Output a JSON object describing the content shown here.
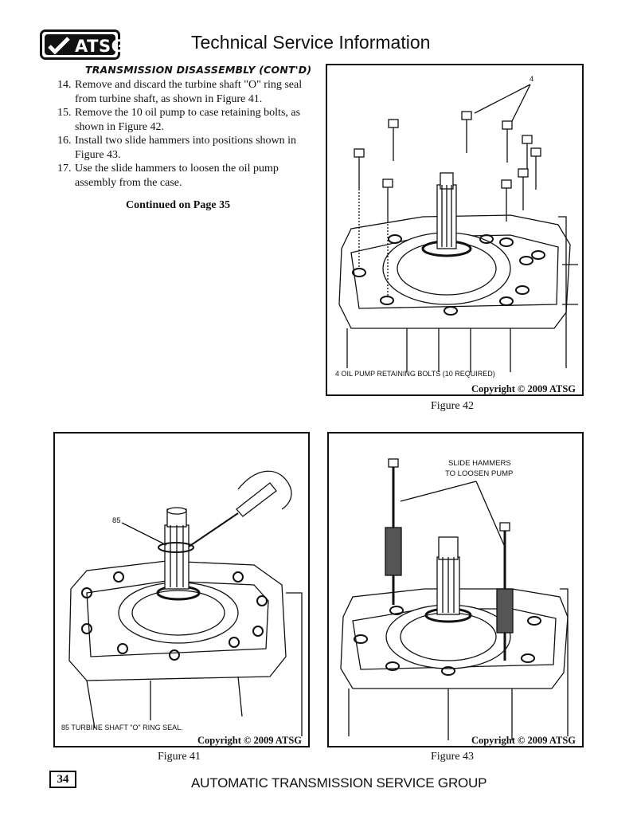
{
  "header": {
    "logo_text": "ATSG",
    "title": "Technical Service Information"
  },
  "section_title": "TRANSMISSION DISASSEMBLY (CONT'D)",
  "steps": [
    {
      "num": "14.",
      "text": "Remove and discard the turbine shaft \"O\" ring seal from turbine shaft, as shown in Figure 41."
    },
    {
      "num": "15.",
      "text": "Remove the 10 oil pump to case retaining bolts, as shown in Figure 42."
    },
    {
      "num": "16.",
      "text": "Install two slide hammers into positions shown in Figure 43."
    },
    {
      "num": "17.",
      "text": "Use the slide hammers to loosen the oil pump assembly from the case."
    }
  ],
  "continued": "Continued on Page 35",
  "figures": {
    "fig42": {
      "callout": "4",
      "caption": "4  OIL PUMP RETAINING BOLTS  (10 REQUIRED)",
      "copyright": "Copyright © 2009 ATSG",
      "label": "Figure 42"
    },
    "fig41": {
      "callout": "85",
      "caption": "85  TURBINE SHAFT \"O\" RING SEAL.",
      "copyright": "Copyright © 2009 ATSG",
      "label": "Figure 41"
    },
    "fig43": {
      "callout_line1": "SLIDE HAMMERS",
      "callout_line2": "TO LOOSEN PUMP",
      "copyright": "Copyright © 2009 ATSG",
      "label": "Figure 43"
    }
  },
  "footer": {
    "page_number": "34",
    "text": "AUTOMATIC TRANSMISSION SERVICE GROUP"
  }
}
